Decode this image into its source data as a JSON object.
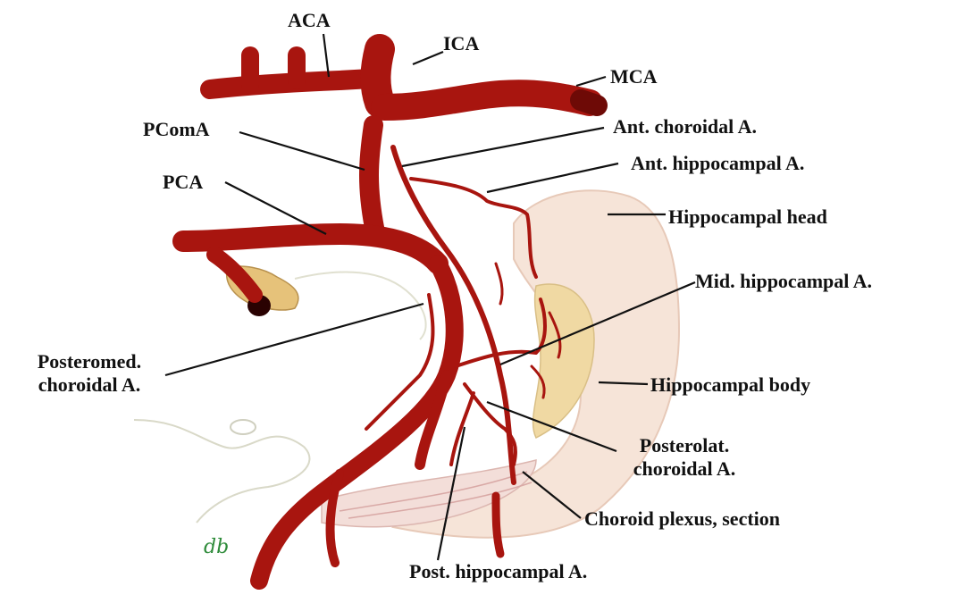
{
  "labels": {
    "aca": "ACA",
    "ica": "ICA",
    "mca": "MCA",
    "pcoma": "PComA",
    "pca": "PCA",
    "ant_choroidal": "Ant. choroidal A.",
    "ant_hippocampal": "Ant. hippocampal A.",
    "hippocampal_head": "Hippocampal head",
    "mid_hippocampal": "Mid. hippocampal A.",
    "posteromed_line1": "Posteromed.",
    "posteromed_line2": "choroidal A.",
    "hippocampal_body": "Hippocampal body",
    "posterolat_line1": "Posterolat.",
    "posterolat_line2": "choroidal A.",
    "choroid_plexus": "Choroid plexus, section",
    "post_hippocampal": "Post. hippocampal A."
  },
  "signature": "db",
  "colors": {
    "artery": "#a8150f",
    "artery_dark": "#6e0a06",
    "hippocampus": "#f6e4d8",
    "hippocampus_inner": "#f0d9a3",
    "leader": "#111111"
  }
}
